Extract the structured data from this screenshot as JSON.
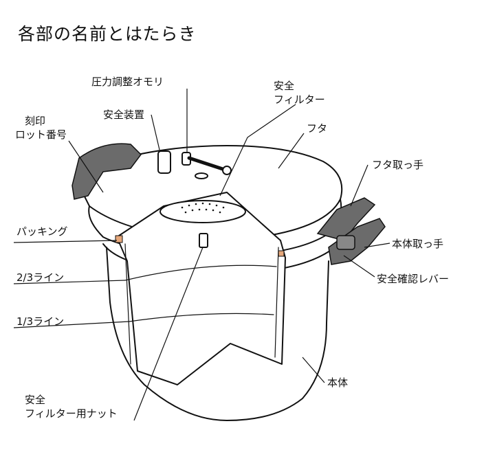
{
  "title": "各部の名前とはたらき",
  "labels": {
    "pressure_weight": "圧力調整オモリ",
    "safety_device": "安全装置",
    "stamp_line1": "刻印",
    "stamp_line2": "ロット番号",
    "safety_filter_line1": "安全",
    "safety_filter_line2": "フィルター",
    "lid": "フタ",
    "lid_handle": "フタ取っ手",
    "body_handle": "本体取っ手",
    "safety_lever": "安全確認レバー",
    "packing": "パッキング",
    "two_thirds_line": "2/3ライン",
    "one_third_line": "1/3ライン",
    "body": "本体",
    "filter_nut_line1": "安全",
    "filter_nut_line2": "フィルター用ナット"
  },
  "colors": {
    "ink": "#111111",
    "handle": "#6b6b6b",
    "gasket": "#e6a77a"
  }
}
